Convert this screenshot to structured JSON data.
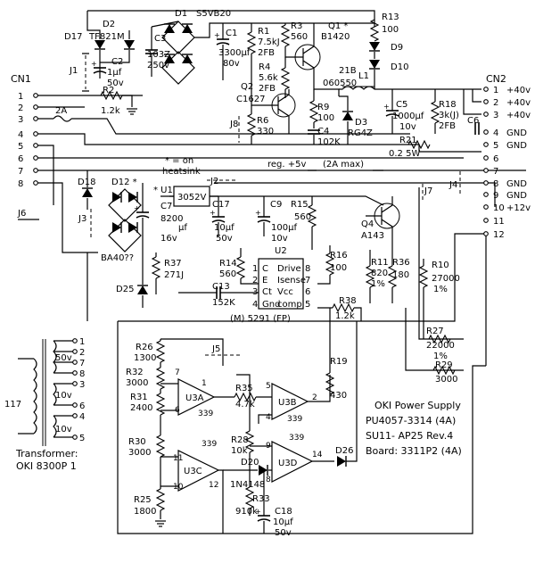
{
  "title_block": {
    "line1": "OKI  Power Supply",
    "line2": "PU4057-3314 (4A)",
    "line3": "SU11- AP25  Rev.4",
    "line4": "Board: 3311P2 (4A)"
  },
  "transformer": {
    "caption1": "Transformer:",
    "caption2": "OKI  8300P 1",
    "primary": "117",
    "windings": [
      "50v",
      "10v",
      "10v"
    ],
    "pins": [
      "1",
      "2",
      "7",
      "8",
      "3",
      "6",
      "4",
      "5"
    ]
  },
  "connectors": {
    "cn1": "CN1",
    "cn2": "CN2",
    "cn1_pins": [
      "1",
      "2",
      "3",
      "4",
      "5",
      "6",
      "7",
      "8"
    ],
    "cn2_pins": [
      "1",
      "2",
      "3",
      "4",
      "5",
      "6",
      "7",
      "8",
      "9",
      "10",
      "11",
      "12"
    ],
    "cn2_signals": [
      "+40v",
      "+40v",
      "+40v",
      "GND",
      "GND",
      "",
      "",
      "GND",
      "GND",
      "+12v",
      "",
      ""
    ],
    "fuse": "2A"
  },
  "components": {
    "D1": "D1",
    "D1v": "S5VB20",
    "D2": "D2",
    "D2v": "TF821M",
    "D17": "D17",
    "C1": "C1",
    "C1v1": "3300µf",
    "C1v2": "80v",
    "C2": "C2",
    "C2v1": "1µf",
    "C2v2": "50v",
    "C3": "C3",
    "C3v1": "103Z",
    "C3v2": "250v",
    "R1": "R1",
    "R1v1": "7.5kJ",
    "R1v2": "2FB",
    "R2": "R2",
    "R2v": "1.2k",
    "R3": "R3",
    "R3v": "560",
    "Q1": "Q1 *",
    "Q1v": "B1420",
    "R4": "R4",
    "R4v1": "5.6k",
    "R4v2": "2FB",
    "Q2": "Q2",
    "Q2v": "C1627",
    "R6": "R6",
    "R6v": "330",
    "J8": "J8",
    "R9": "R9",
    "R9v": "100",
    "C4": "C4",
    "C4v": "102K",
    "D3": "D3",
    "D3v": "RG4Z",
    "L1": "L1",
    "L1a": "21B",
    "L1b": "060550",
    "R13": "R13",
    "R13v": "100",
    "D9": "D9",
    "D10": "D10",
    "C5": "C5",
    "C5v1": "1000µf",
    "C5v2": "10v",
    "R18": "R18",
    "R18v1": "3k(J)",
    "R18v2": "2FB",
    "C6": "C6",
    "R21": "R21",
    "R21v": "0.2  5W",
    "J1": "J1",
    "J2": "J2",
    "J3": "J3",
    "J4": "J4",
    "J5": "J5",
    "J6": "J6",
    "J7": "J7",
    "D18": "D18",
    "D12": "D12 *",
    "BA": "BA40??",
    "U1": "* U1",
    "U1v": "3052V",
    "C7": "C7",
    "C7v1": "8200",
    "C7v2": "µf",
    "C7v3": "16v",
    "C17": "C17",
    "C17v1": "10µf",
    "C17v2": "50v",
    "C9": "C9",
    "C9v1": "100µf",
    "C9v2": "10v",
    "R15": "R15",
    "R15v": "560",
    "Q4": "Q4",
    "Q4v": "A143",
    "R37": "R37",
    "R37v": "271J",
    "D25": "D25",
    "R14": "R14",
    "R14v": "560",
    "C13": "C13",
    "C13v": "152K",
    "R16": "R16",
    "R16v": "100",
    "R11": "R11",
    "R11v1": "820",
    "R11v2": "1%",
    "R36": "R36",
    "R36v": "180",
    "R10": "R10",
    "R10v1": "27000",
    "R10v2": "1%",
    "R38": "R38",
    "R38v": "1.2k",
    "R27": "R27",
    "R27v1": "22000",
    "R27v2": "1%",
    "R29": "R29",
    "R29v": "3000",
    "R26": "R26",
    "R26v": "1300",
    "R32": "R32",
    "R32v": "3000",
    "R31": "R31",
    "R31v": "2400",
    "R30": "R30",
    "R30v": "3000",
    "R25": "R25",
    "R25v": "1800",
    "R35": "R35",
    "R35v": "4.7k",
    "R19": "R19",
    "R19v": "430",
    "R28": "R28",
    "R28v": "10k",
    "D20": "D20",
    "D20v": "1N4148",
    "R33": "R33",
    "R33v": "910k",
    "C18": "C18",
    "C18v1": "10µf",
    "C18v2": "50v",
    "D26": "D26"
  },
  "chips": {
    "U2": "U2",
    "U2name": "(M) 5291 (FP)",
    "U2pins": [
      "1",
      "2",
      "3",
      "4",
      "8",
      "7",
      "6",
      "5"
    ],
    "U2sig": [
      "C",
      "E",
      "Ct",
      "Gnd",
      "Drive",
      "Isense",
      "Vcc",
      "comp"
    ],
    "U3A": "U3A",
    "U3B": "U3B",
    "U3C": "U3C",
    "U3D": "U3D",
    "type": "339"
  },
  "notes": {
    "heatsink1": "* = on",
    "heatsink2": "heatsink",
    "reg": "reg. +5v",
    "max": "(2A max)"
  }
}
